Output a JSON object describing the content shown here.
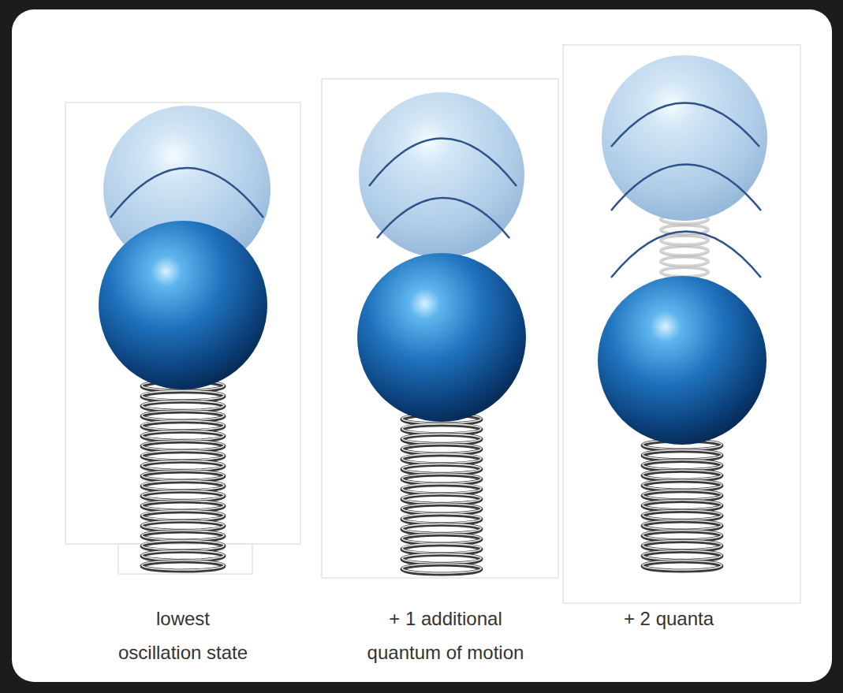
{
  "diagram": {
    "labels": [
      "lowest oscillation state",
      "+ 1 additional quantum of motion",
      "+ 2 quanta"
    ]
  }
}
